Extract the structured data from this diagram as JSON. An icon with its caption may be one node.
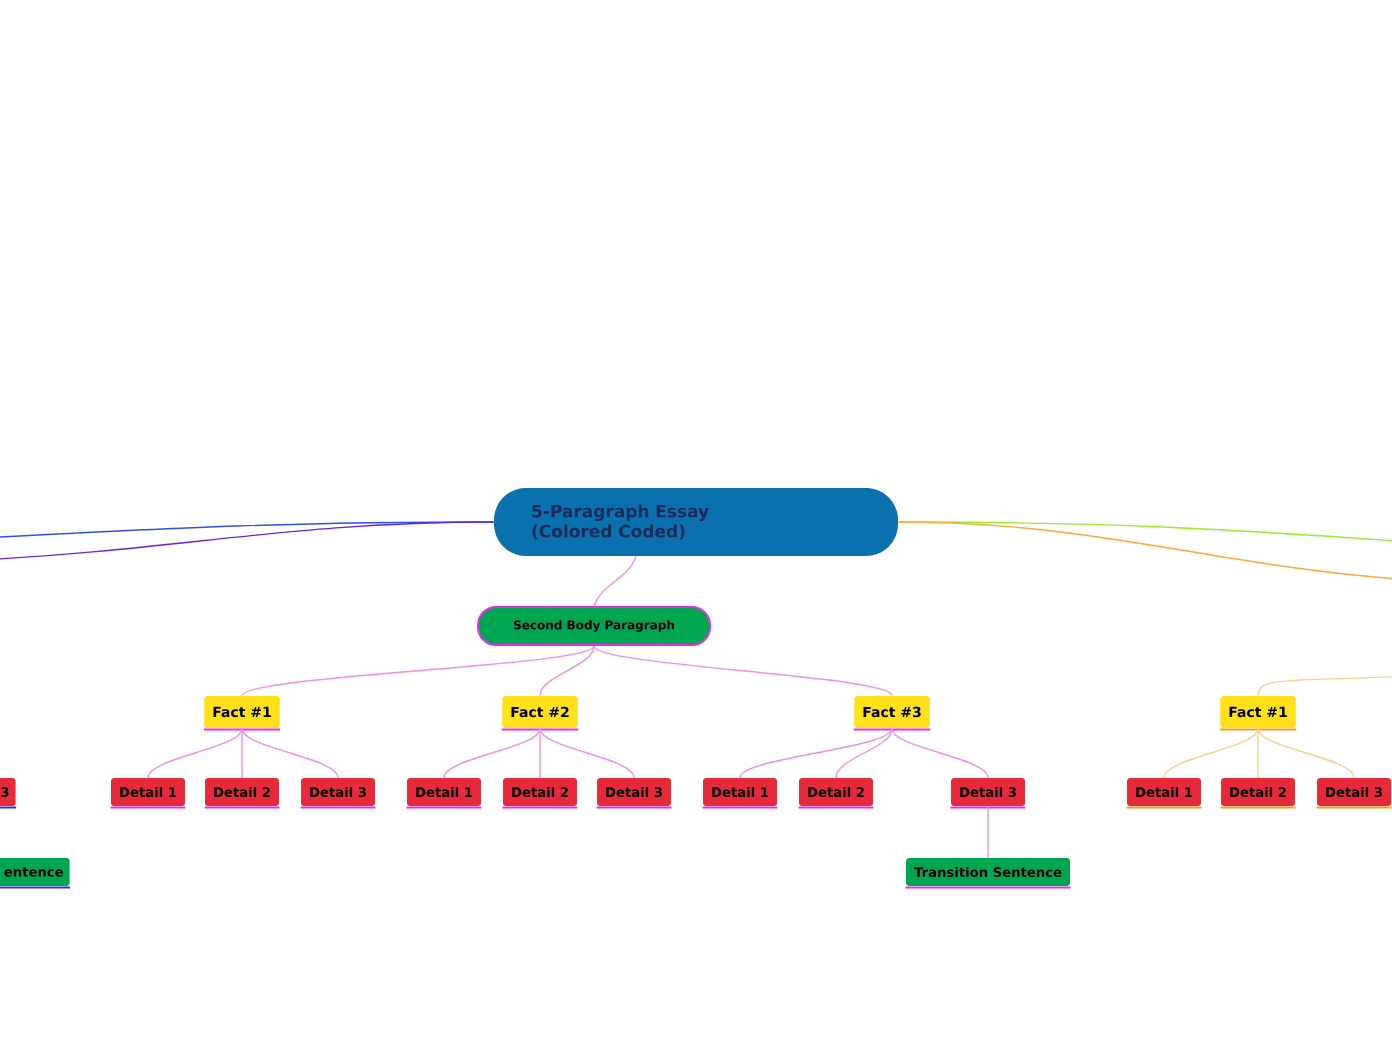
{
  "diagram": {
    "nodes": [
      {
        "text": [
          "5-Paragraph Essay (Colored Coded)"
        ]
      },
      {
        "text": [
          "Second Body Paragraph"
        ]
      },
      {
        "text": [
          "Fact #1"
        ]
      },
      {
        "text": [
          "Fact #2"
        ]
      },
      {
        "text": [
          "Fact #3"
        ]
      },
      {
        "text": [
          "3"
        ]
      },
      {
        "text": [
          "Detail 1"
        ]
      },
      {
        "text": [
          "Detail 2"
        ]
      },
      {
        "text": [
          "Detail 3"
        ]
      },
      {
        "text": [
          "Detail 1"
        ]
      },
      {
        "text": [
          "Detail 2"
        ]
      },
      {
        "text": [
          "Detail 3"
        ]
      },
      {
        "text": [
          "Detail 1"
        ]
      },
      {
        "text": [
          "Detail 2"
        ]
      },
      {
        "text": [
          "Detail 3"
        ]
      },
      {
        "text": [
          "Fact #1"
        ]
      },
      {
        "text": [
          "Detail 1"
        ]
      },
      {
        "text": [
          "Detail 2"
        ]
      },
      {
        "text": [
          "Detail 3"
        ]
      },
      {
        "text": [
          "entence"
        ]
      },
      {
        "text": [
          "Transition Sentence"
        ]
      }
    ],
    "edges": [
      {
        "from": 0,
        "to": 1,
        "arrow": "none"
      },
      {
        "from": 1,
        "to": 2,
        "arrow": "none"
      },
      {
        "from": 1,
        "to": 3,
        "arrow": "none"
      },
      {
        "from": 1,
        "to": 4,
        "arrow": "none"
      },
      {
        "from": 2,
        "to": 6,
        "arrow": "none"
      },
      {
        "from": 2,
        "to": 7,
        "arrow": "none"
      },
      {
        "from": 2,
        "to": 8,
        "arrow": "none"
      },
      {
        "from": 3,
        "to": 9,
        "arrow": "none"
      },
      {
        "from": 3,
        "to": 10,
        "arrow": "none"
      },
      {
        "from": 3,
        "to": 11,
        "arrow": "none"
      },
      {
        "from": 4,
        "to": 12,
        "arrow": "none"
      },
      {
        "from": 4,
        "to": 13,
        "arrow": "none"
      },
      {
        "from": 4,
        "to": 14,
        "arrow": "none"
      },
      {
        "from": 14,
        "to": 20,
        "arrow": "none"
      },
      {
        "from": 0,
        "to": null,
        "arrow": "none",
        "color": "#2a52f0"
      },
      {
        "from": 0,
        "to": null,
        "arrow": "none",
        "color": "#6a22e8"
      },
      {
        "from": 0,
        "to": null,
        "arrow": "none",
        "color": "#96ee2a"
      },
      {
        "from": 0,
        "to": null,
        "arrow": "none",
        "color": "#ffa83a"
      },
      {
        "from": null,
        "to": 15,
        "arrow": "none",
        "color": "#ffcf8a"
      },
      {
        "from": 15,
        "to": 16,
        "arrow": "none",
        "color": "#ffcf8a"
      },
      {
        "from": 15,
        "to": 17,
        "arrow": "none",
        "color": "#ffcf8a"
      },
      {
        "from": 15,
        "to": 18,
        "arrow": "none",
        "color": "#ffcf8a"
      }
    ]
  }
}
